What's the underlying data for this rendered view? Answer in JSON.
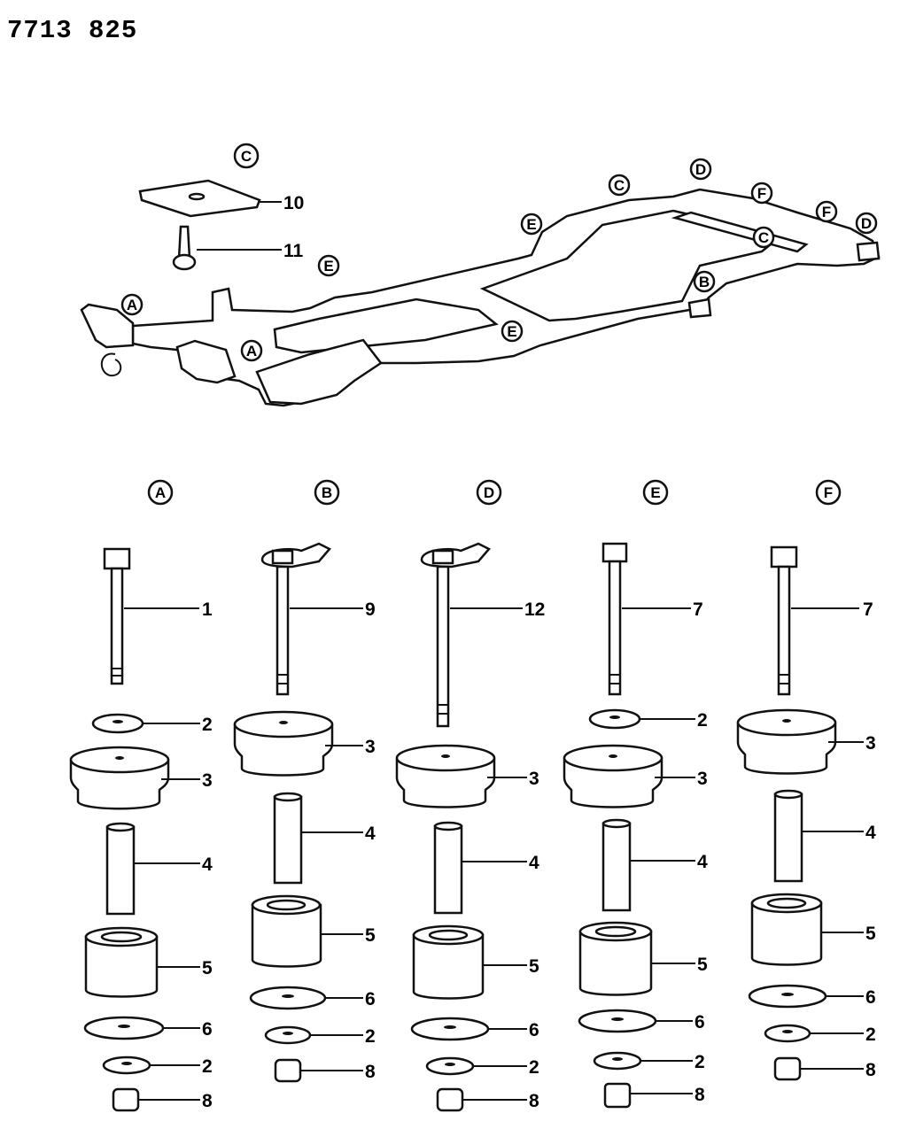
{
  "document_number": "7713 825",
  "frame_letters": [
    {
      "id": "c-top",
      "letter": "C"
    },
    {
      "id": "c-rail",
      "letter": "C"
    },
    {
      "id": "c-inner",
      "letter": "C"
    },
    {
      "id": "d-rail",
      "letter": "D"
    },
    {
      "id": "d-end",
      "letter": "D"
    },
    {
      "id": "f-rail1",
      "letter": "F"
    },
    {
      "id": "f-rail2",
      "letter": "F"
    },
    {
      "id": "e-mid",
      "letter": "E"
    },
    {
      "id": "e-front",
      "letter": "E"
    },
    {
      "id": "e-low",
      "letter": "E"
    },
    {
      "id": "b-rear",
      "letter": "B"
    },
    {
      "id": "a-front",
      "letter": "A"
    },
    {
      "id": "a-low",
      "letter": "A"
    }
  ],
  "plate_callouts": [
    "10",
    "11"
  ],
  "columns": [
    {
      "letter": "A",
      "bolt": "1",
      "stack": [
        "2",
        "3",
        "4",
        "5",
        "6",
        "2",
        "8"
      ]
    },
    {
      "letter": "B",
      "bolt": "9",
      "stack": [
        "3",
        "4",
        "5",
        "6",
        "2",
        "8"
      ]
    },
    {
      "letter": "D",
      "bolt": "12",
      "stack": [
        "3",
        "4",
        "5",
        "6",
        "2",
        "8"
      ]
    },
    {
      "letter": "E",
      "bolt": "7",
      "stack": [
        "2",
        "3",
        "4",
        "5",
        "6",
        "2",
        "8"
      ]
    },
    {
      "letter": "F",
      "bolt": "7",
      "stack": [
        "3",
        "4",
        "5",
        "6",
        "2",
        "8"
      ]
    }
  ]
}
